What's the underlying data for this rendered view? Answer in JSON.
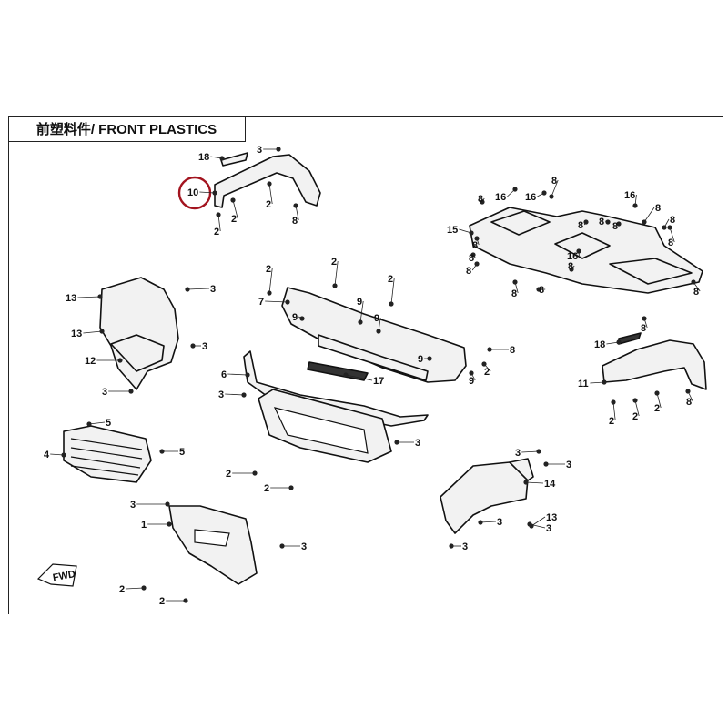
{
  "title": "前塑料件/ FRONT PLASTICS",
  "highlight_color": "#a3141f",
  "highlighted_callout": "10",
  "fwd_label": "FWD",
  "callouts": [
    "18",
    "3",
    "10",
    "2",
    "2",
    "2",
    "8",
    "16",
    "16",
    "16",
    "16",
    "15",
    "8",
    "8",
    "8",
    "8",
    "8",
    "8",
    "8",
    "8",
    "8",
    "8",
    "8",
    "8",
    "8",
    "8",
    "8",
    "8",
    "13",
    "3",
    "13",
    "12",
    "3",
    "3",
    "2",
    "2",
    "2",
    "7",
    "9",
    "9",
    "9",
    "9",
    "9",
    "8",
    "2",
    "17",
    "6",
    "3",
    "3",
    "2",
    "2",
    "5",
    "4",
    "5",
    "3",
    "1",
    "3",
    "2",
    "2",
    "18",
    "11",
    "8",
    "2",
    "2",
    "2",
    "3",
    "3",
    "14",
    "3",
    "13",
    "3",
    "3"
  ]
}
